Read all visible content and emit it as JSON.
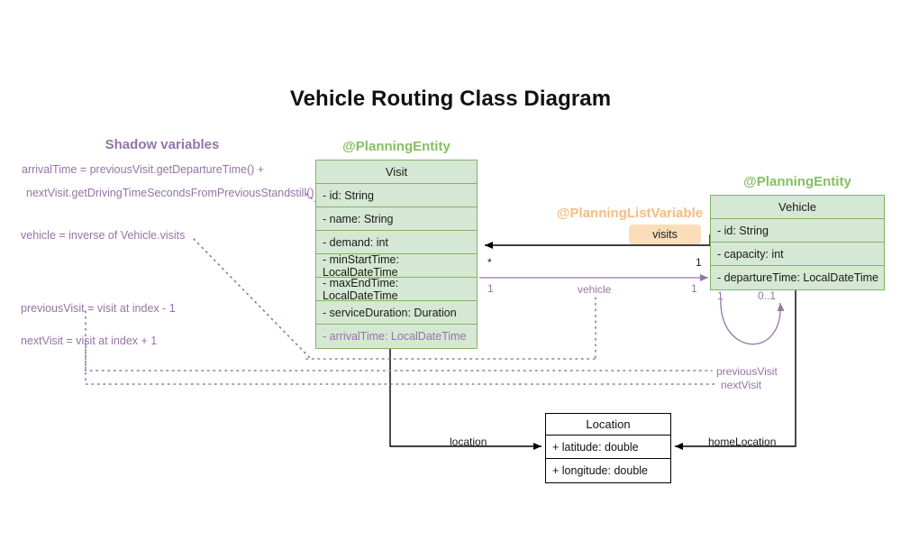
{
  "page": {
    "title": "Vehicle Routing Class Diagram",
    "background": "#ffffff"
  },
  "colors": {
    "entity_fill": "#d5e8d4",
    "entity_stroke": "#82b366",
    "stereotype_green": "#84c061",
    "stereotype_orange": "#f7bc7f",
    "shadow_purple": "#9673a6",
    "badge_fill": "#fbddba",
    "plain_stroke": "#000000",
    "text": "#1a1a1a"
  },
  "stereotypes": {
    "visit": "@PlanningEntity",
    "vehicle": "@PlanningEntity",
    "list_variable": "@PlanningListVariable"
  },
  "classes": {
    "visit": {
      "name": "Visit",
      "fields": [
        "- id: String",
        "- name: String",
        "- demand: int",
        "- minStartTime: LocalDateTime",
        "- maxEndTime: LocalDateTime",
        "- serviceDuration: Duration"
      ],
      "shadow_fields": [
        "- arrivalTime: LocalDateTime"
      ]
    },
    "vehicle": {
      "name": "Vehicle",
      "fields": [
        "- id: String",
        "- capacity: int",
        "- departureTime: LocalDateTime"
      ]
    },
    "location": {
      "name": "Location",
      "fields": [
        "+ latitude: double",
        "+ longitude: double"
      ]
    }
  },
  "badges": {
    "visits": "visits"
  },
  "associations": {
    "visits": {
      "label": "visits",
      "source_multiplicity": "1",
      "target_multiplicity": "*"
    },
    "vehicle": {
      "label": "vehicle",
      "source_multiplicity": "1",
      "target_multiplicity": "1"
    },
    "previous_visit": {
      "label": "previousVisit",
      "source_multiplicity": "1",
      "target_multiplicity": "0..1"
    },
    "next_visit": {
      "label": "nextVisit"
    },
    "location": {
      "label": "location"
    },
    "home_location": {
      "label": "homeLocation"
    }
  },
  "shadow_variables": {
    "heading": "Shadow variables",
    "notes": [
      "arrivalTime = previousVisit.getDepartureTime() +",
      "nextVisit.getDrivingTimeSecondsFromPreviousStandstill()",
      "vehicle = inverse of Vehicle.visits",
      "previousVisit = visit at index - 1",
      "nextVisit = visit at index + 1"
    ]
  }
}
